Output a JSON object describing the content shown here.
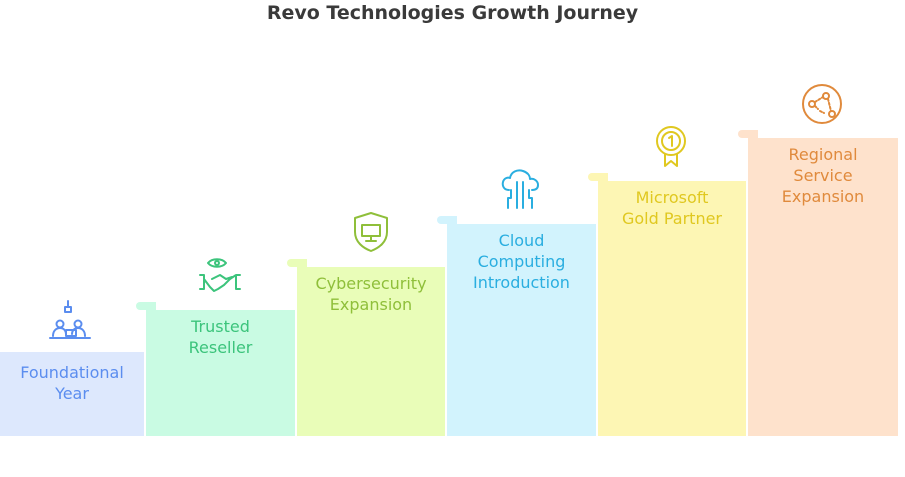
{
  "title": "Revo Technologies Growth Journey",
  "steps": [
    {
      "label_lines": [
        "Foundational",
        "Year"
      ],
      "icon": "team-desk-icon"
    },
    {
      "label_lines": [
        "Trusted",
        "Reseller"
      ],
      "icon": "handshake-eye-icon"
    },
    {
      "label_lines": [
        "Cybersecurity",
        "Expansion"
      ],
      "icon": "shield-monitor-icon"
    },
    {
      "label_lines": [
        "Cloud",
        "Computing",
        "Introduction"
      ],
      "icon": "cloud-circuit-icon"
    },
    {
      "label_lines": [
        "Microsoft",
        "Gold Partner"
      ],
      "icon": "award-medal-icon"
    },
    {
      "label_lines": [
        "Regional",
        "Service",
        "Expansion"
      ],
      "icon": "network-globe-icon"
    }
  ],
  "colors": {
    "text": [
      "#5b8def",
      "#3cc47c",
      "#8fbf3a",
      "#2aaee0",
      "#e0c820",
      "#e08a3c"
    ],
    "fill": [
      "#dde8fd",
      "#c9fbe3",
      "#e9fdb8",
      "#d2f3fd",
      "#fdf6b4",
      "#fee2cc"
    ]
  }
}
